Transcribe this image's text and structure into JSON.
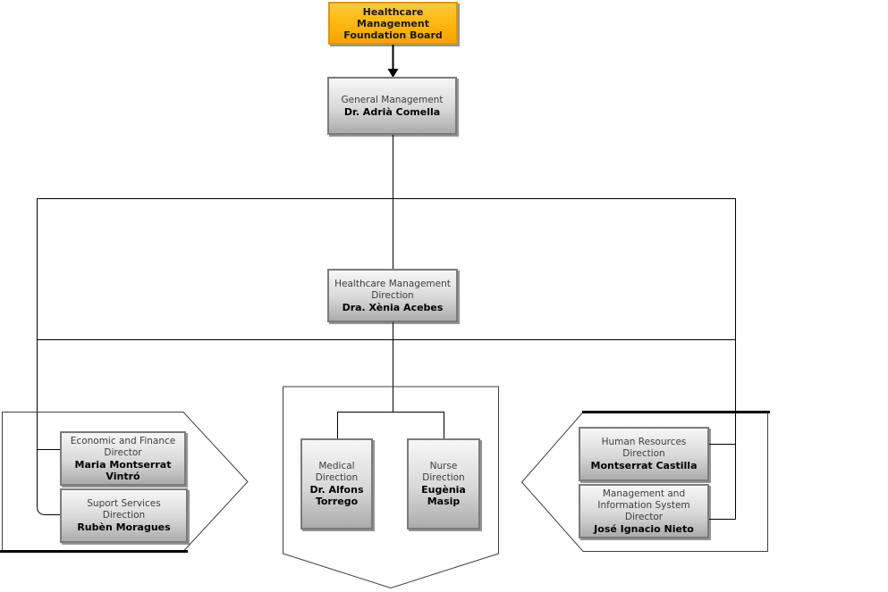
{
  "colors": {
    "accent-top": "#ffc93e",
    "accent-bottom": "#f5a300",
    "accent-border": "#dd9700",
    "box-top": "#f7f7f7",
    "box-bottom": "#ababab",
    "box-border": "#7b7b7b",
    "line": "#000000",
    "shape-outline": "#3f3f3f",
    "title-text": "#3d3d3d",
    "name-text": "#000000"
  },
  "nodes": {
    "board": {
      "title": "Healthcare Management Foundation Board"
    },
    "general_management": {
      "title": "General Management",
      "name": "Dr. Adrià Comella"
    },
    "healthcare_direction": {
      "title": "Healthcare Management Direction",
      "name": "Dra. Xènia Acebes"
    },
    "economic_finance": {
      "title": "Economic and Finance Director",
      "name": "Maria Montserrat Vintró"
    },
    "support_services": {
      "title": "Suport Services Direction",
      "name": "Rubèn Moragues"
    },
    "medical": {
      "title": "Medical Direction",
      "name": "Dr. Alfons Torrego"
    },
    "nurse": {
      "title": "Nurse Direction",
      "name": "Eugènia Masip"
    },
    "human_resources": {
      "title": "Human Resources Direction",
      "name": "Montserrat Castilla"
    },
    "management_information": {
      "title": "Management and Information System Director",
      "name": "José Ignacio Nieto"
    }
  }
}
